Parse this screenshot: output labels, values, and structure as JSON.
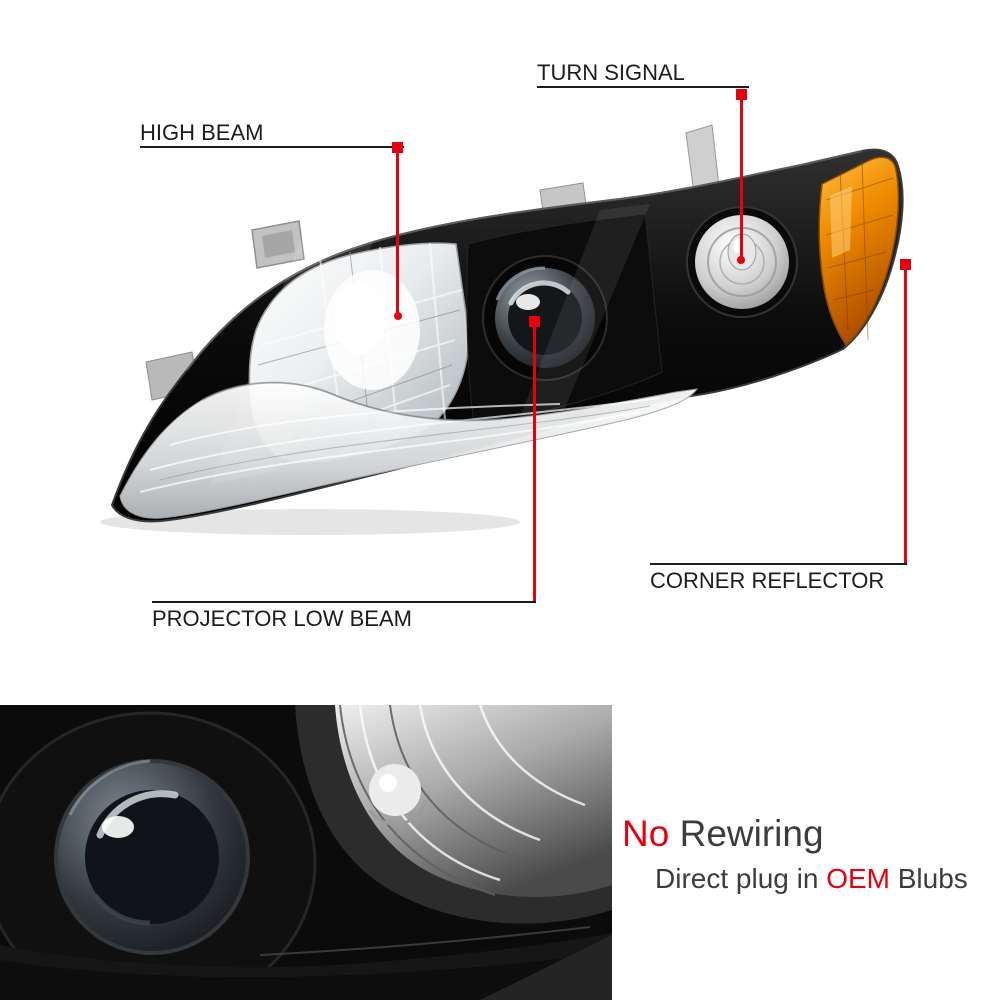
{
  "colors": {
    "accent_red": "#e8000d",
    "label_text": "#1c1c1c",
    "promo_text": "#3c3c3c"
  },
  "callouts": [
    {
      "id": "turn-signal",
      "label": "TURN SIGNAL"
    },
    {
      "id": "high-beam",
      "label": "HIGH BEAM"
    },
    {
      "id": "projector-low-beam",
      "label": "PROJECTOR LOW BEAM"
    },
    {
      "id": "corner-reflector",
      "label": "CORNER REFLECTOR"
    }
  ],
  "promo": {
    "line1_highlight": "No",
    "line1_rest": " Rewiring",
    "line2_prefix": "Direct plug in ",
    "line2_highlight": "OEM",
    "line2_suffix": " Blubs"
  }
}
